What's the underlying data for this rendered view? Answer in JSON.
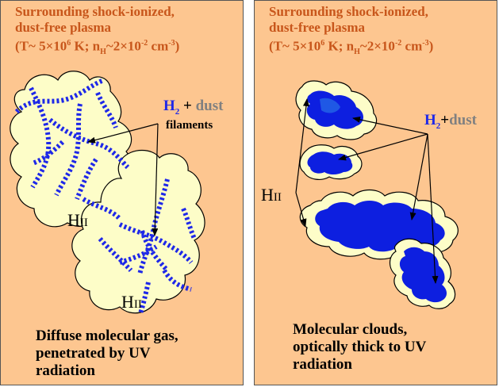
{
  "colors": {
    "panel_bg": "#fdc690",
    "header_text": "#c8561b",
    "halo_fill": "#fdfdc8",
    "cloud_fill": "#0d1fe0",
    "cloud_highlight": "#2b7ee8",
    "filament": "#1e28e8",
    "h2_label": "#1e28e8",
    "dust_label": "#808080"
  },
  "left_panel": {
    "header": {
      "line1": "Surrounding shock-ionized,",
      "line2": "dust-free plasma",
      "line3_prefix": "(T~ 5×10",
      "line3_exp1": "6",
      "line3_mid": " K; n",
      "line3_sub": "H",
      "line3_mid2": "~2×10",
      "line3_exp2": "-2",
      "line3_suffix": " cm",
      "line3_exp3": "-3",
      "line3_close": ")"
    },
    "h2_label": {
      "h": "H",
      "sub": "2",
      "plus": " + ",
      "dust": "dust"
    },
    "filaments_label": "filaments",
    "hii_label": {
      "h": "H",
      "roman": "II"
    },
    "caption": {
      "line1": "Diffuse molecular gas,",
      "line2": "penetrated by UV",
      "line3": "radiation"
    }
  },
  "right_panel": {
    "header": {
      "line1": "Surrounding shock-ionized,",
      "line2": "dust-free plasma",
      "line3_prefix": "(T~ 5×10",
      "line3_exp1": "6",
      "line3_mid": " K; n",
      "line3_sub": "H",
      "line3_mid2": "~2×10",
      "line3_exp2": "-2",
      "line3_suffix": " cm",
      "line3_exp3": "-3",
      "line3_close": ")"
    },
    "h2_label": {
      "h": "H",
      "sub": "2",
      "plus": "+",
      "dust": "dust"
    },
    "hii_label": {
      "h": "H",
      "roman": "II"
    },
    "caption": {
      "line1": "Molecular clouds,",
      "line2": "optically thick to UV",
      "line3": "radiation"
    }
  }
}
